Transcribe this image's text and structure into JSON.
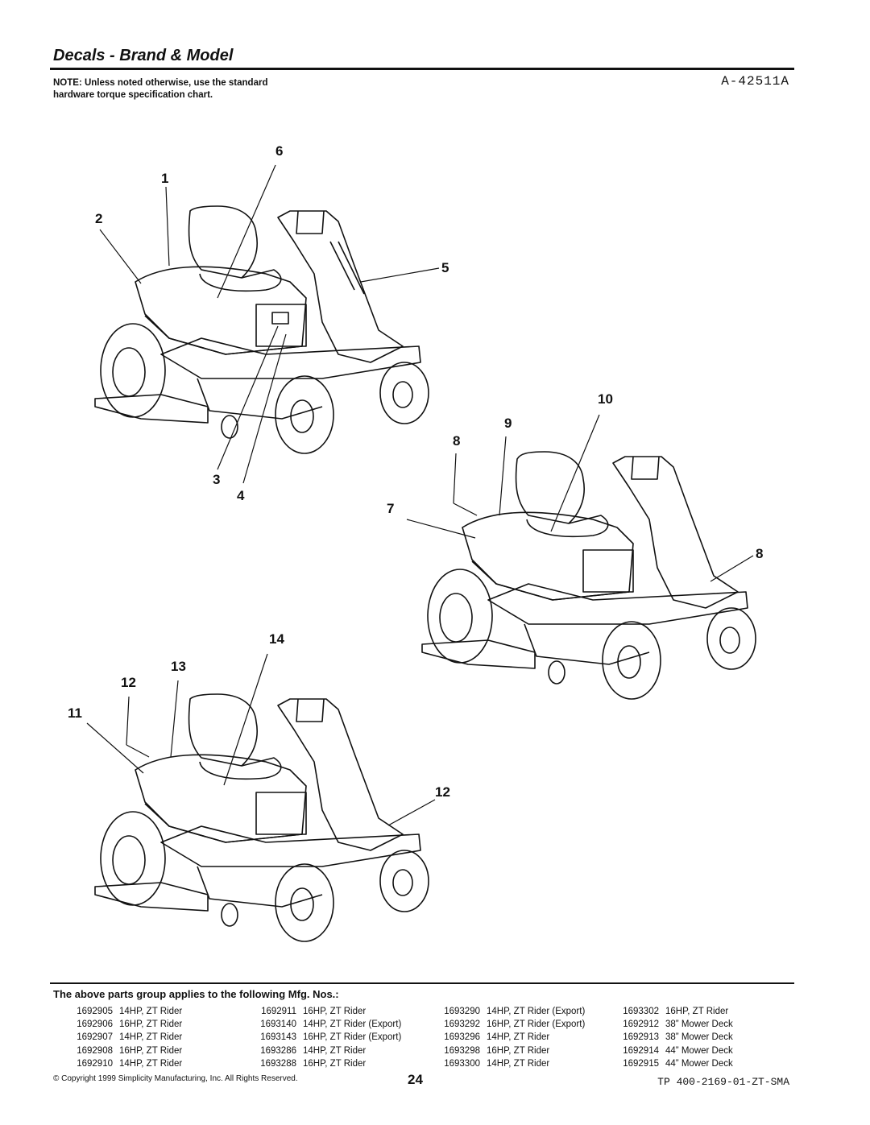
{
  "header": {
    "title": "Decals - Brand & Model",
    "note": "NOTE: Unless noted otherwise, use the standard hardware torque specification chart.",
    "figure_id": "A-42511A"
  },
  "callouts": {
    "c1": "1",
    "c2": "2",
    "c3": "3",
    "c4": "4",
    "c5": "5",
    "c6": "6",
    "c7": "7",
    "c8a": "8",
    "c8b": "8",
    "c9": "9",
    "c10": "10",
    "c11": "11",
    "c12a": "12",
    "c12b": "12",
    "c13": "13",
    "c14": "14"
  },
  "parts_heading": "The above parts group applies to the following Mfg. Nos.:",
  "parts_columns": [
    [
      {
        "num": "1692905",
        "desc": "14HP, ZT Rider"
      },
      {
        "num": "1692906",
        "desc": "16HP, ZT Rider"
      },
      {
        "num": "1692907",
        "desc": "14HP, ZT Rider"
      },
      {
        "num": "1692908",
        "desc": "16HP, ZT Rider"
      },
      {
        "num": "1692910",
        "desc": "14HP, ZT Rider"
      }
    ],
    [
      {
        "num": "1692911",
        "desc": "16HP, ZT Rider"
      },
      {
        "num": "1693140",
        "desc": "14HP, ZT Rider (Export)"
      },
      {
        "num": "1693143",
        "desc": "16HP, ZT Rider (Export)"
      },
      {
        "num": "1693286",
        "desc": "14HP, ZT Rider"
      },
      {
        "num": "1693288",
        "desc": "16HP, ZT Rider"
      }
    ],
    [
      {
        "num": "1693290",
        "desc": "14HP, ZT Rider (Export)"
      },
      {
        "num": "1693292",
        "desc": "16HP, ZT Rider (Export)"
      },
      {
        "num": "1693296",
        "desc": "14HP, ZT Rider"
      },
      {
        "num": "1693298",
        "desc": "16HP, ZT Rider"
      },
      {
        "num": "1693300",
        "desc": "14HP, ZT Rider"
      }
    ],
    [
      {
        "num": "1693302",
        "desc": "16HP, ZT Rider"
      },
      {
        "num": "1692912",
        "desc": "38” Mower Deck"
      },
      {
        "num": "1692913",
        "desc": "38” Mower Deck"
      },
      {
        "num": "1692914",
        "desc": "44” Mower Deck"
      },
      {
        "num": "1692915",
        "desc": "44” Mower Deck"
      }
    ]
  ],
  "footer": {
    "copyright": "© Copyright 1999 Simplicity Manufacturing, Inc. All Rights Reserved.",
    "page_number": "24",
    "doc_ref": "TP 400-2169-01-ZT-SMA"
  }
}
